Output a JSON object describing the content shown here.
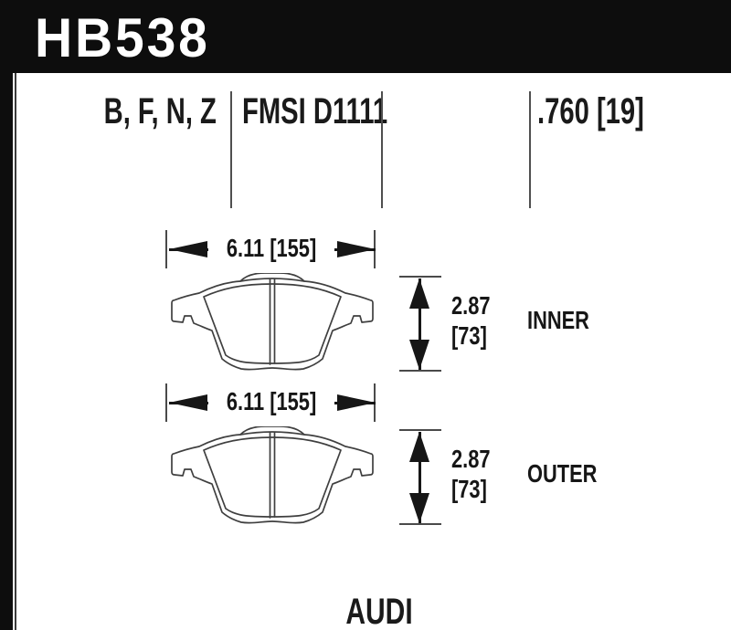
{
  "window": {
    "title": "HB538"
  },
  "header": {
    "part_number": "HB538"
  },
  "spec_row": {
    "compounds": "B, F, N, Z",
    "fmsi_number": "FMSI D1111",
    "pad_thickness": ".760 [19]"
  },
  "diagrams": [
    {
      "position_label": "INNER",
      "width_dim": "6.11 [155]",
      "thickness_dim_in": "2.87",
      "thickness_dim_mm": "[73]"
    },
    {
      "position_label": "OUTER",
      "width_dim": "6.11 [155]",
      "thickness_dim_in": "2.87",
      "thickness_dim_mm": "[73]"
    }
  ],
  "footer": {
    "vehicle_make": "AUDI"
  },
  "colors": {
    "header_bg": "#0d0d0d",
    "text": "#1a1a1a",
    "dimension_ink": "#161616",
    "tick_gray": "#4a4a4a",
    "drawing_stroke": "#3f3f3f"
  }
}
